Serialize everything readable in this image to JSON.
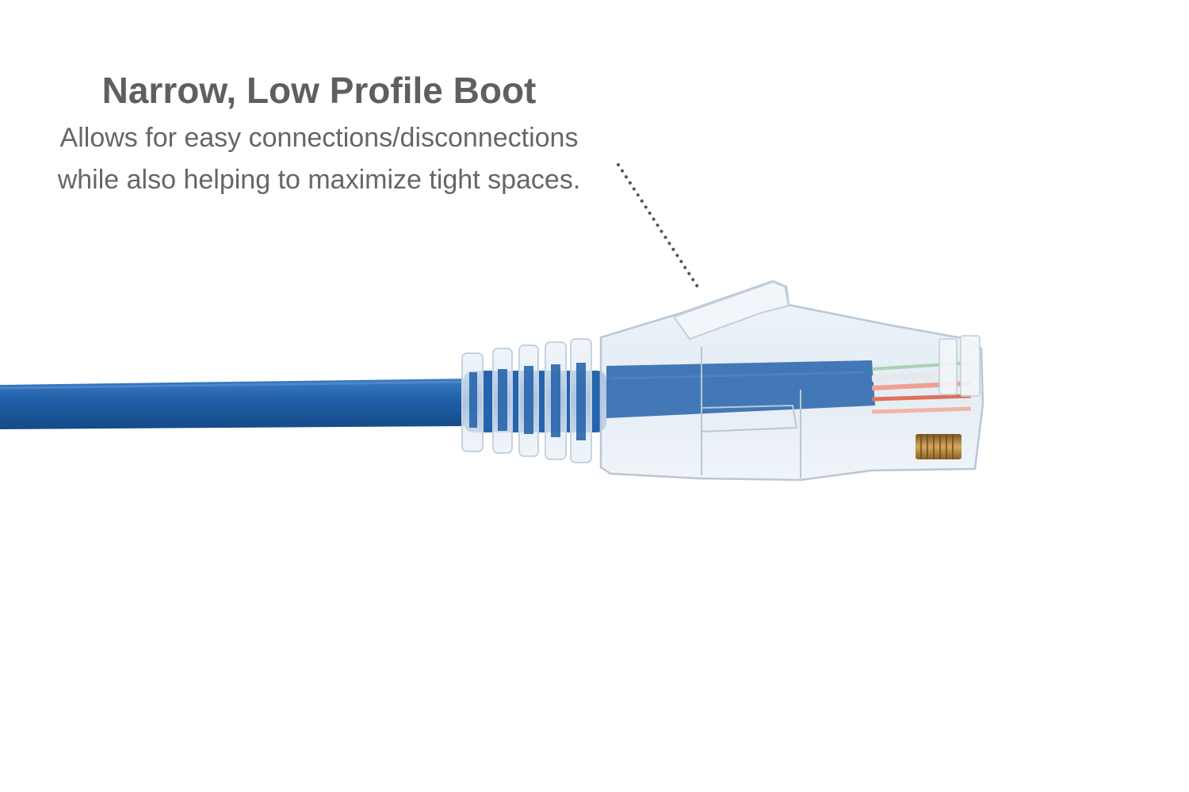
{
  "callout": {
    "title": "Narrow, Low Profile Boot",
    "line1": "Allows for easy connections/disconnections",
    "line2": "while also helping to maximize tight spaces."
  },
  "colors": {
    "title": "#5f5f5f",
    "body": "#666666",
    "cable": "#1f5fa8",
    "connector": "#c6d6e6",
    "contact": "#b8893a"
  }
}
